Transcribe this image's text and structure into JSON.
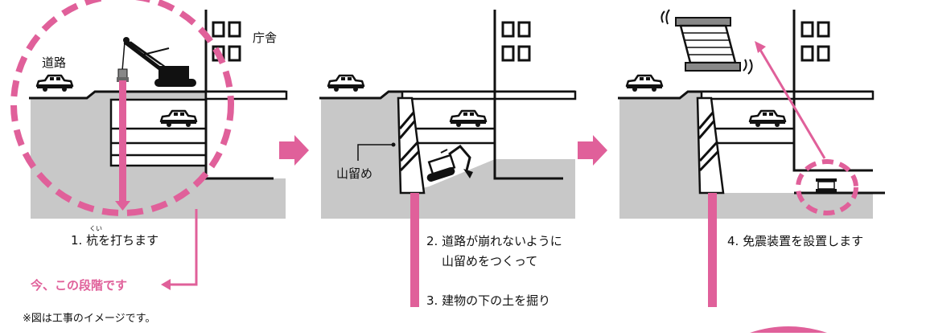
{
  "colors": {
    "accent": "#e0609a",
    "ground": "#c8c8c8",
    "line": "#111111"
  },
  "labels": {
    "road": "道路",
    "office": "庁舎",
    "earth_retaining": "山留め",
    "furigana_kui": "くい"
  },
  "steps": {
    "step1": "1. 杭を打ちます",
    "step2_line1": "2. 道路が崩れないように",
    "step2_line2": "山留めをつくって",
    "step3": "3. 建物の下の土を掘り",
    "step4": "4. 免震装置を設置します"
  },
  "current_stage": "今、この段階です",
  "footnote": "※図は工事のイメージです。",
  "icons": [
    "car-icon",
    "crane-icon",
    "excavator-icon",
    "arrow-right-icon",
    "building-icon",
    "isolator-icon",
    "vibration-icon"
  ]
}
